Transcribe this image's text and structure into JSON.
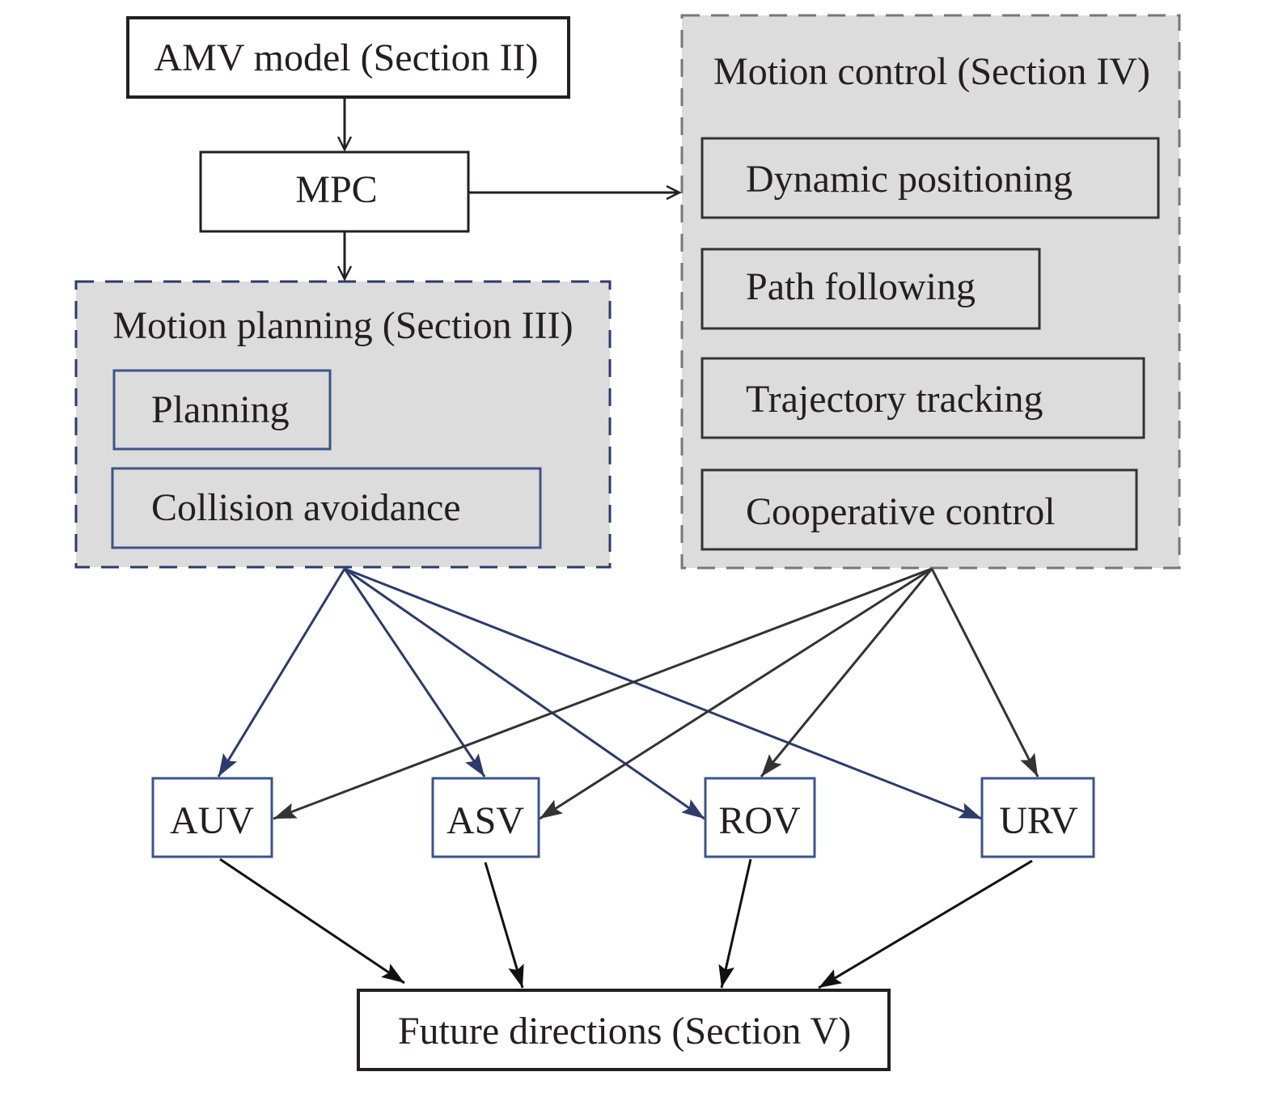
{
  "colors": {
    "black": "#231f20",
    "dark_gray": "#333333",
    "navy": "#2d3b6b",
    "box_blue": "#3b5589",
    "panel_fill": "#dcdcdc",
    "control_dash": "#77777a"
  },
  "nodes": {
    "amv_model": "AMV model (Section II)",
    "mpc": "MPC",
    "motion_planning": {
      "title": "Motion planning (Section III)",
      "items": [
        "Planning",
        "Collision avoidance"
      ]
    },
    "motion_control": {
      "title": "Motion control (Section IV)",
      "items": [
        "Dynamic positioning",
        "Path following",
        "Trajectory tracking",
        "Cooperative control"
      ]
    },
    "vehicles": [
      "AUV",
      "ASV",
      "ROV",
      "URV"
    ],
    "future_directions": "Future directions (Section V)"
  },
  "edges": [
    {
      "from": "AMV model (Section II)",
      "to": "MPC"
    },
    {
      "from": "MPC",
      "to": "Motion planning (Section III)"
    },
    {
      "from": "MPC",
      "to": "Motion control (Section IV)"
    },
    {
      "from": "Motion planning (Section III)",
      "to": "AUV"
    },
    {
      "from": "Motion planning (Section III)",
      "to": "ASV"
    },
    {
      "from": "Motion planning (Section III)",
      "to": "ROV"
    },
    {
      "from": "Motion planning (Section III)",
      "to": "URV"
    },
    {
      "from": "Motion control (Section IV)",
      "to": "AUV"
    },
    {
      "from": "Motion control (Section IV)",
      "to": "ASV"
    },
    {
      "from": "Motion control (Section IV)",
      "to": "ROV"
    },
    {
      "from": "Motion control (Section IV)",
      "to": "URV"
    },
    {
      "from": "AUV",
      "to": "Future directions (Section V)"
    },
    {
      "from": "ASV",
      "to": "Future directions (Section V)"
    },
    {
      "from": "ROV",
      "to": "Future directions (Section V)"
    },
    {
      "from": "URV",
      "to": "Future directions (Section V)"
    }
  ]
}
